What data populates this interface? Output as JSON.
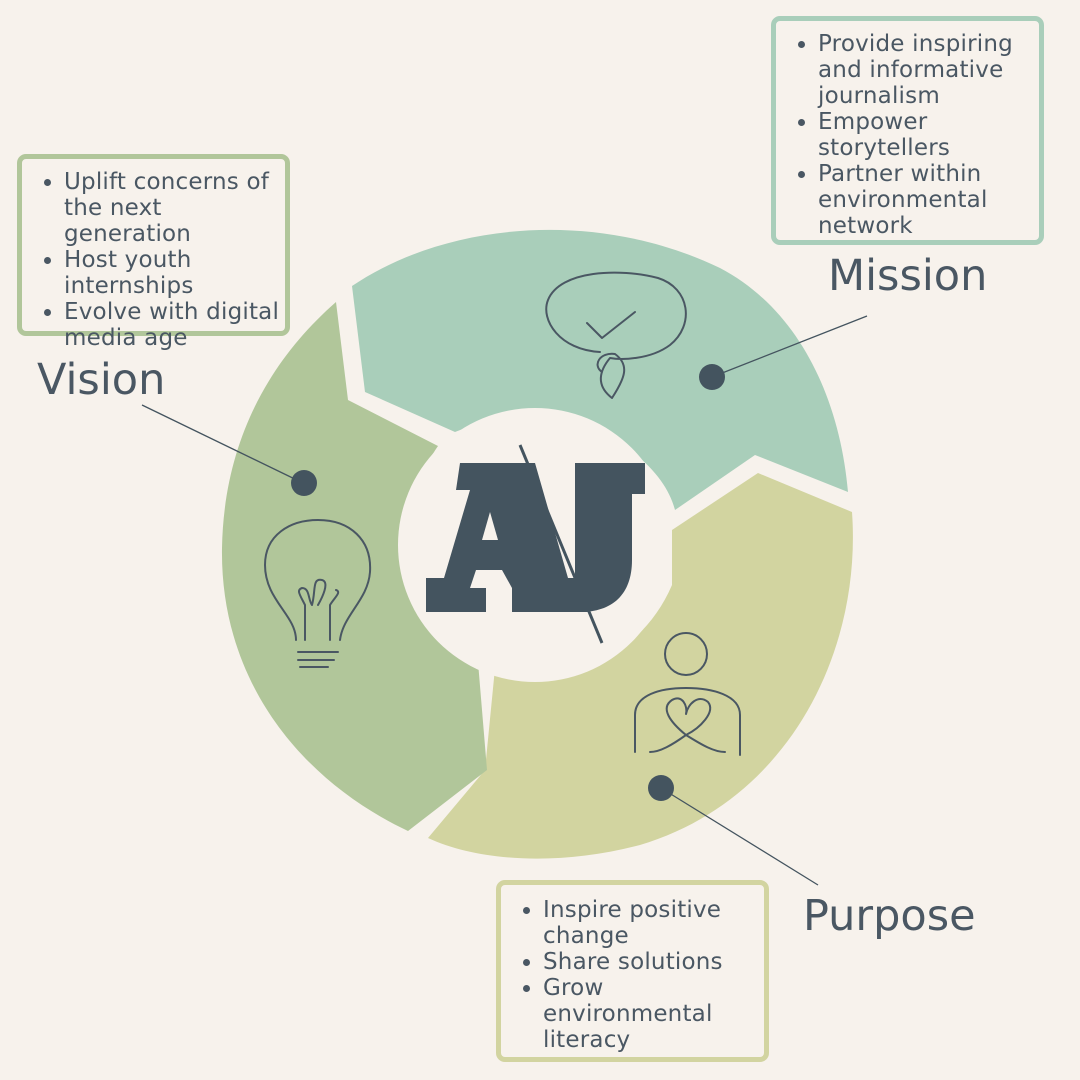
{
  "colors": {
    "background": "#f7f2ec",
    "mission_green": "#a9ceba",
    "vision_green": "#b1c69a",
    "purpose_green": "#d2d4a0",
    "dark_slate": "#44545f"
  },
  "logo": {
    "letters": "AJ",
    "icon": "aj-monogram-logo"
  },
  "mission": {
    "title": "Mission",
    "icon": "speech-bubble-check-icon",
    "items": [
      "Provide inspiring and informative journalism",
      "Empower storytellers",
      "Partner within environmental network"
    ]
  },
  "vision": {
    "title": "Vision",
    "icon": "lightbulb-icon",
    "items": [
      "Uplift concerns of the next generation",
      "Host youth internships",
      "Evolve with digital media age"
    ]
  },
  "purpose": {
    "title": "Purpose",
    "icon": "person-heart-icon",
    "items": [
      "Inspire positive change",
      "Share solutions",
      "Grow environmental literacy"
    ]
  }
}
